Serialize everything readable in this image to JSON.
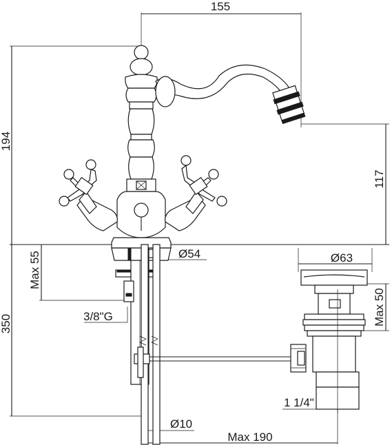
{
  "dimensions": {
    "top_width": "155",
    "total_height": "194",
    "spout_height": "117",
    "max_deck": "Max 55",
    "base_diameter": "Ø54",
    "thread": "3/8\"G",
    "tail_length": "350",
    "pipe_diameter": "Ø10",
    "max_reach": "Max 190",
    "waste_diameter": "Ø63",
    "waste_max": "Max 50",
    "waste_thread": "1 1/4\""
  }
}
